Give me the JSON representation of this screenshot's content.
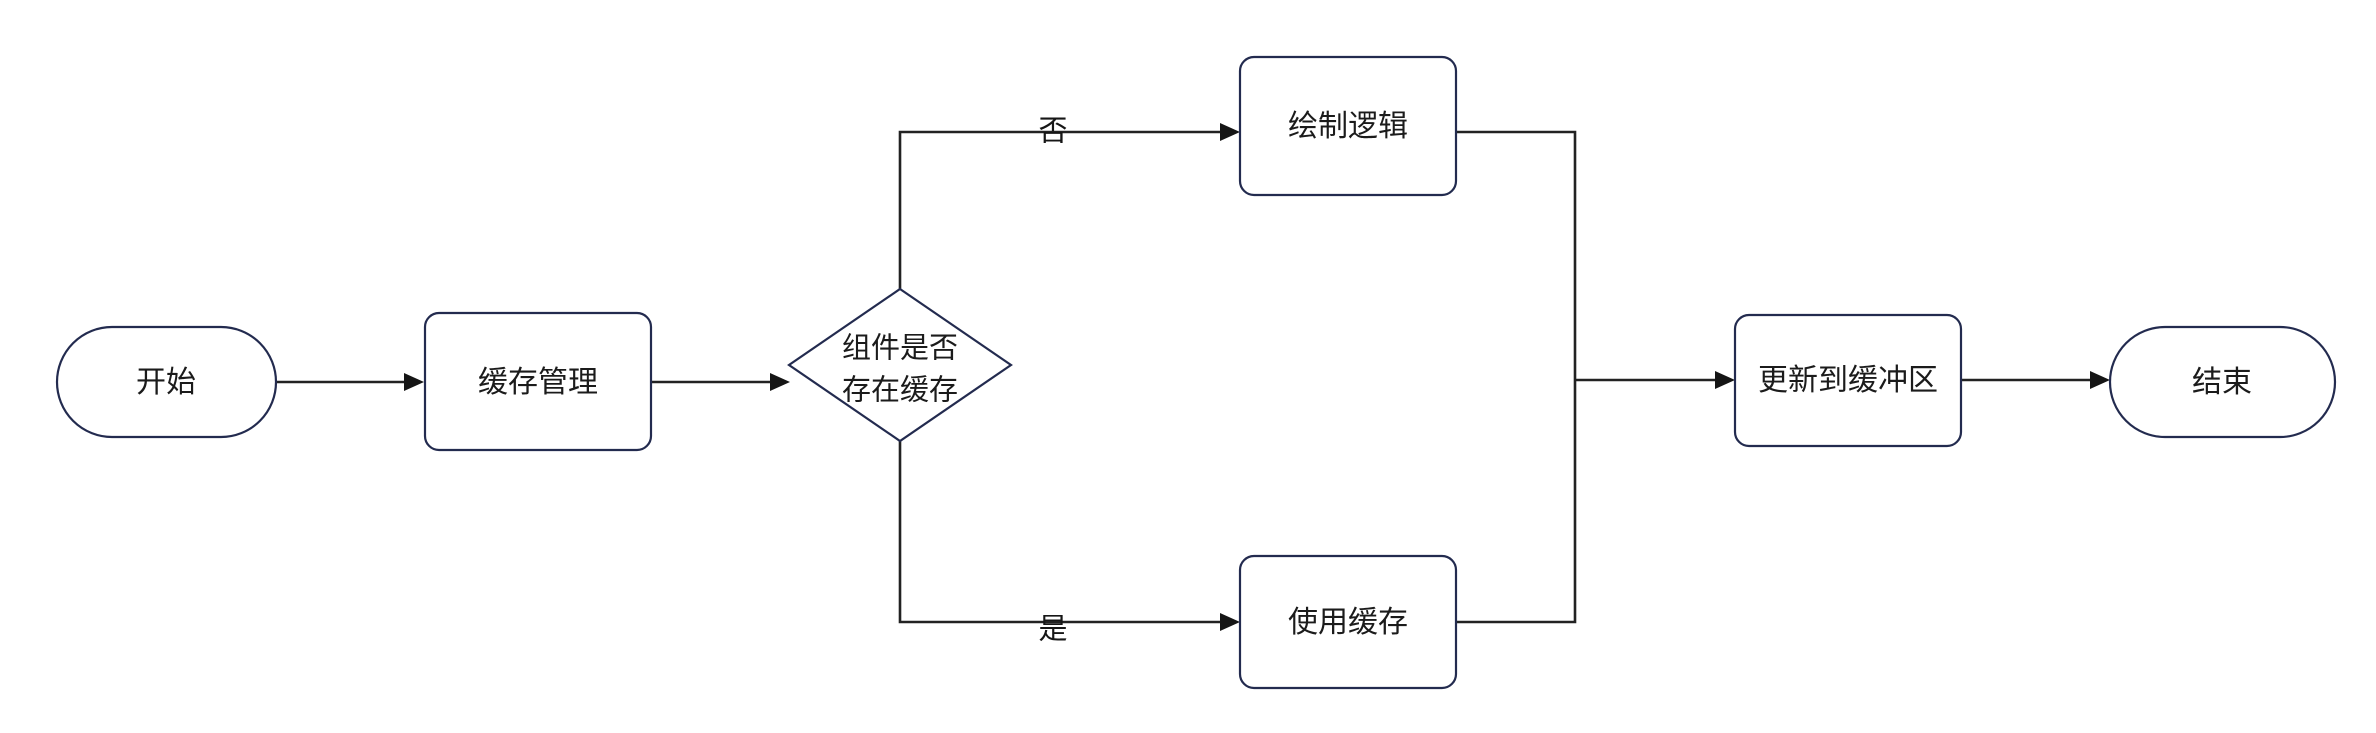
{
  "diagram": {
    "type": "flowchart",
    "orientation": "left-to-right",
    "title": "",
    "background_color": "#ffffff",
    "node_stroke_color": "#232b4f",
    "node_fill_color": "#ffffff",
    "edge_color": "#222222",
    "text_color": "#1b1b1b",
    "nodes": {
      "start": {
        "label": "开始",
        "shape": "stadium"
      },
      "cache_manager": {
        "label": "缓存管理",
        "shape": "rounded-rect"
      },
      "decision": {
        "label_line1": "组件是否",
        "label_line2": "存在缓存",
        "shape": "diamond"
      },
      "draw_logic": {
        "label": "绘制逻辑",
        "shape": "rounded-rect"
      },
      "use_cache": {
        "label": "使用缓存",
        "shape": "rounded-rect"
      },
      "update_buffer": {
        "label": "更新到缓冲区",
        "shape": "rounded-rect"
      },
      "end": {
        "label": "结束",
        "shape": "stadium"
      }
    },
    "edge_labels": {
      "no_branch": "否",
      "yes_branch": "是"
    }
  }
}
